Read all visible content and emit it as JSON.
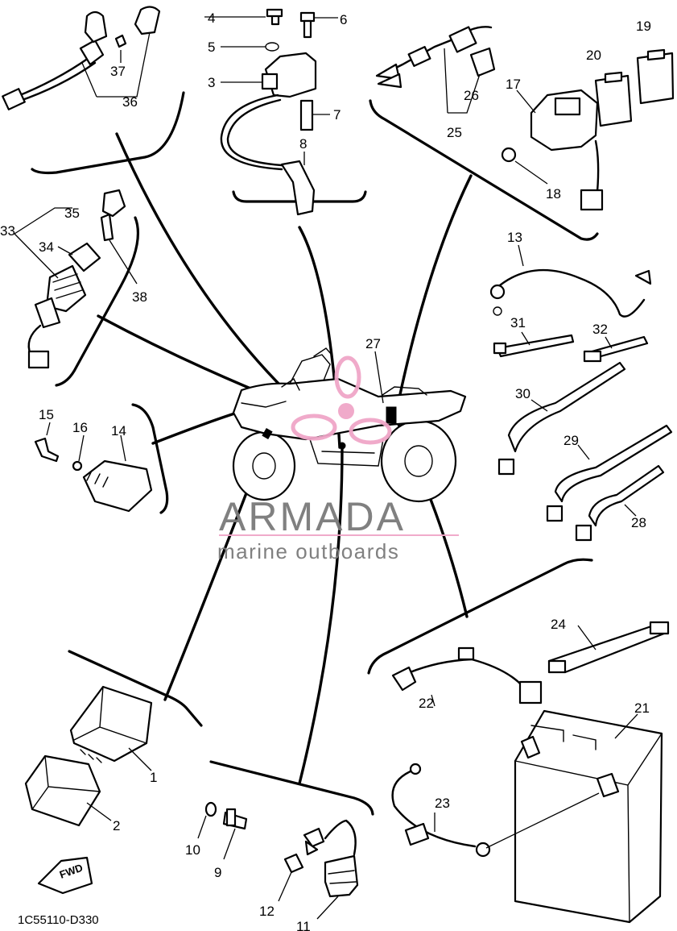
{
  "diagram_code": "1C55110-D330",
  "fwd_label": "FWD",
  "watermark": {
    "brand": "ARMADA",
    "tagline": "marine outboards",
    "color": "#f0a6c8"
  },
  "callouts": [
    {
      "id": "p1",
      "label": "1"
    },
    {
      "id": "p2",
      "label": "2"
    },
    {
      "id": "p3",
      "label": "3"
    },
    {
      "id": "p4",
      "label": "4"
    },
    {
      "id": "p5",
      "label": "5"
    },
    {
      "id": "p6",
      "label": "6"
    },
    {
      "id": "p7",
      "label": "7"
    },
    {
      "id": "p8",
      "label": "8"
    },
    {
      "id": "p9",
      "label": "9"
    },
    {
      "id": "p10",
      "label": "10"
    },
    {
      "id": "p11",
      "label": "11"
    },
    {
      "id": "p12",
      "label": "12"
    },
    {
      "id": "p13",
      "label": "13"
    },
    {
      "id": "p14",
      "label": "14"
    },
    {
      "id": "p15",
      "label": "15"
    },
    {
      "id": "p16",
      "label": "16"
    },
    {
      "id": "p17",
      "label": "17"
    },
    {
      "id": "p18",
      "label": "18"
    },
    {
      "id": "p19",
      "label": "19"
    },
    {
      "id": "p20",
      "label": "20"
    },
    {
      "id": "p21",
      "label": "21"
    },
    {
      "id": "p22",
      "label": "22"
    },
    {
      "id": "p23",
      "label": "23"
    },
    {
      "id": "p24",
      "label": "24"
    },
    {
      "id": "p25",
      "label": "25"
    },
    {
      "id": "p26",
      "label": "26"
    },
    {
      "id": "p27",
      "label": "27"
    },
    {
      "id": "p28",
      "label": "28"
    },
    {
      "id": "p29",
      "label": "29"
    },
    {
      "id": "p30",
      "label": "30"
    },
    {
      "id": "p31",
      "label": "31"
    },
    {
      "id": "p32",
      "label": "32"
    },
    {
      "id": "p33",
      "label": "33"
    },
    {
      "id": "p34",
      "label": "34"
    },
    {
      "id": "p35",
      "label": "35"
    },
    {
      "id": "p36",
      "label": "36"
    },
    {
      "id": "p37",
      "label": "37"
    },
    {
      "id": "p38",
      "label": "38"
    }
  ]
}
